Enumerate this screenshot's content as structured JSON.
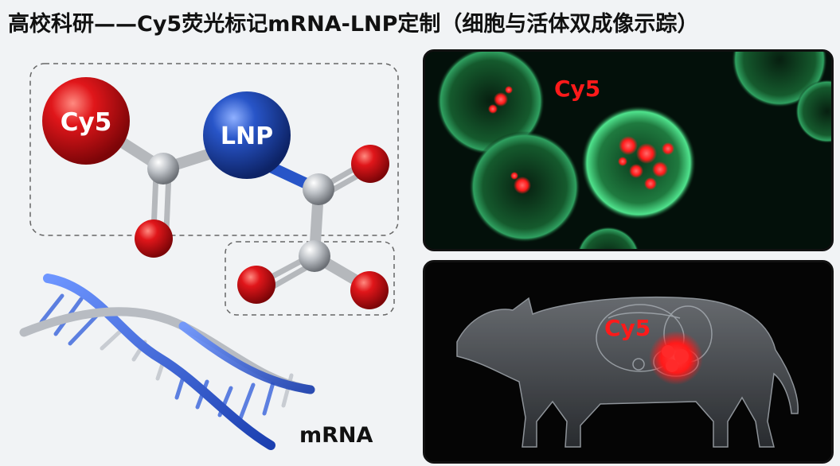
{
  "title": "高校科研——Cy5荧光标记mRNA-LNP定制（细胞与活体双成像示踪）",
  "molecule": {
    "cy5_label": "Cy5",
    "lnp_label": "LNP",
    "mrna_label": "mRNA"
  },
  "cells_panel": {
    "cy5_label": "Cy5"
  },
  "animal_panel": {
    "cy5_label": "Cy5"
  },
  "colors": {
    "cy5_red": "#e0161a",
    "lnp_blue": "#2855c8",
    "fluor_green": "#3fd07a",
    "signal_red": "#ff1a1a"
  }
}
